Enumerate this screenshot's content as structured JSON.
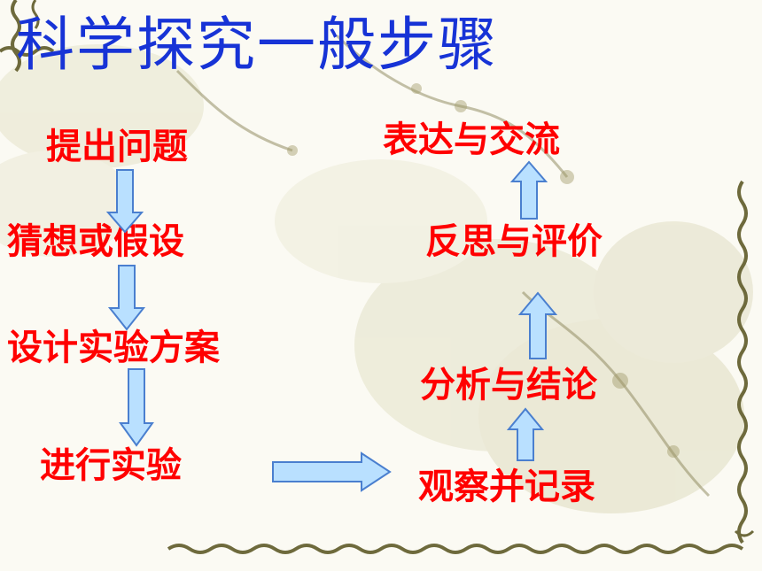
{
  "title": "科学探究一般步骤",
  "steps": {
    "s1": "提出问题",
    "s2": "猜想或假设",
    "s3": "设计实验方案",
    "s4": "进行实验",
    "s5": "观察并记录",
    "s6": "分析与结论",
    "s7": "反思与评价",
    "s8": "表达与交流"
  },
  "colors": {
    "title": "#1733d6",
    "step_text": "#ff0000",
    "arrow_fill": "#b9e0ff",
    "arrow_stroke": "#4a7fcf"
  }
}
